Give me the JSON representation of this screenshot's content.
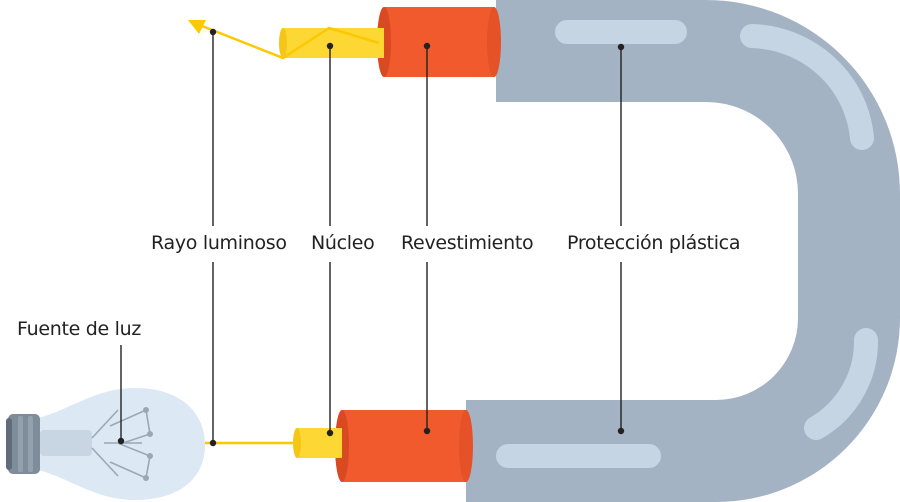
{
  "labels": {
    "light_ray": "Rayo luminoso",
    "core": "Núcleo",
    "cladding": "Revestimiento",
    "plastic_protection": "Protección plástica",
    "light_source": "Fuente de luz"
  },
  "colors": {
    "jacket": "#a4b3c4",
    "jacket_highlight": "#c5d5e4",
    "cladding": "#f05a2d",
    "cladding_face": "#d94a22",
    "core": "#fdd733",
    "light_ray": "#fcc800",
    "bulb_glass": "#dce8f3",
    "bulb_base": "#7f8d9b",
    "leader_line": "#222222"
  }
}
